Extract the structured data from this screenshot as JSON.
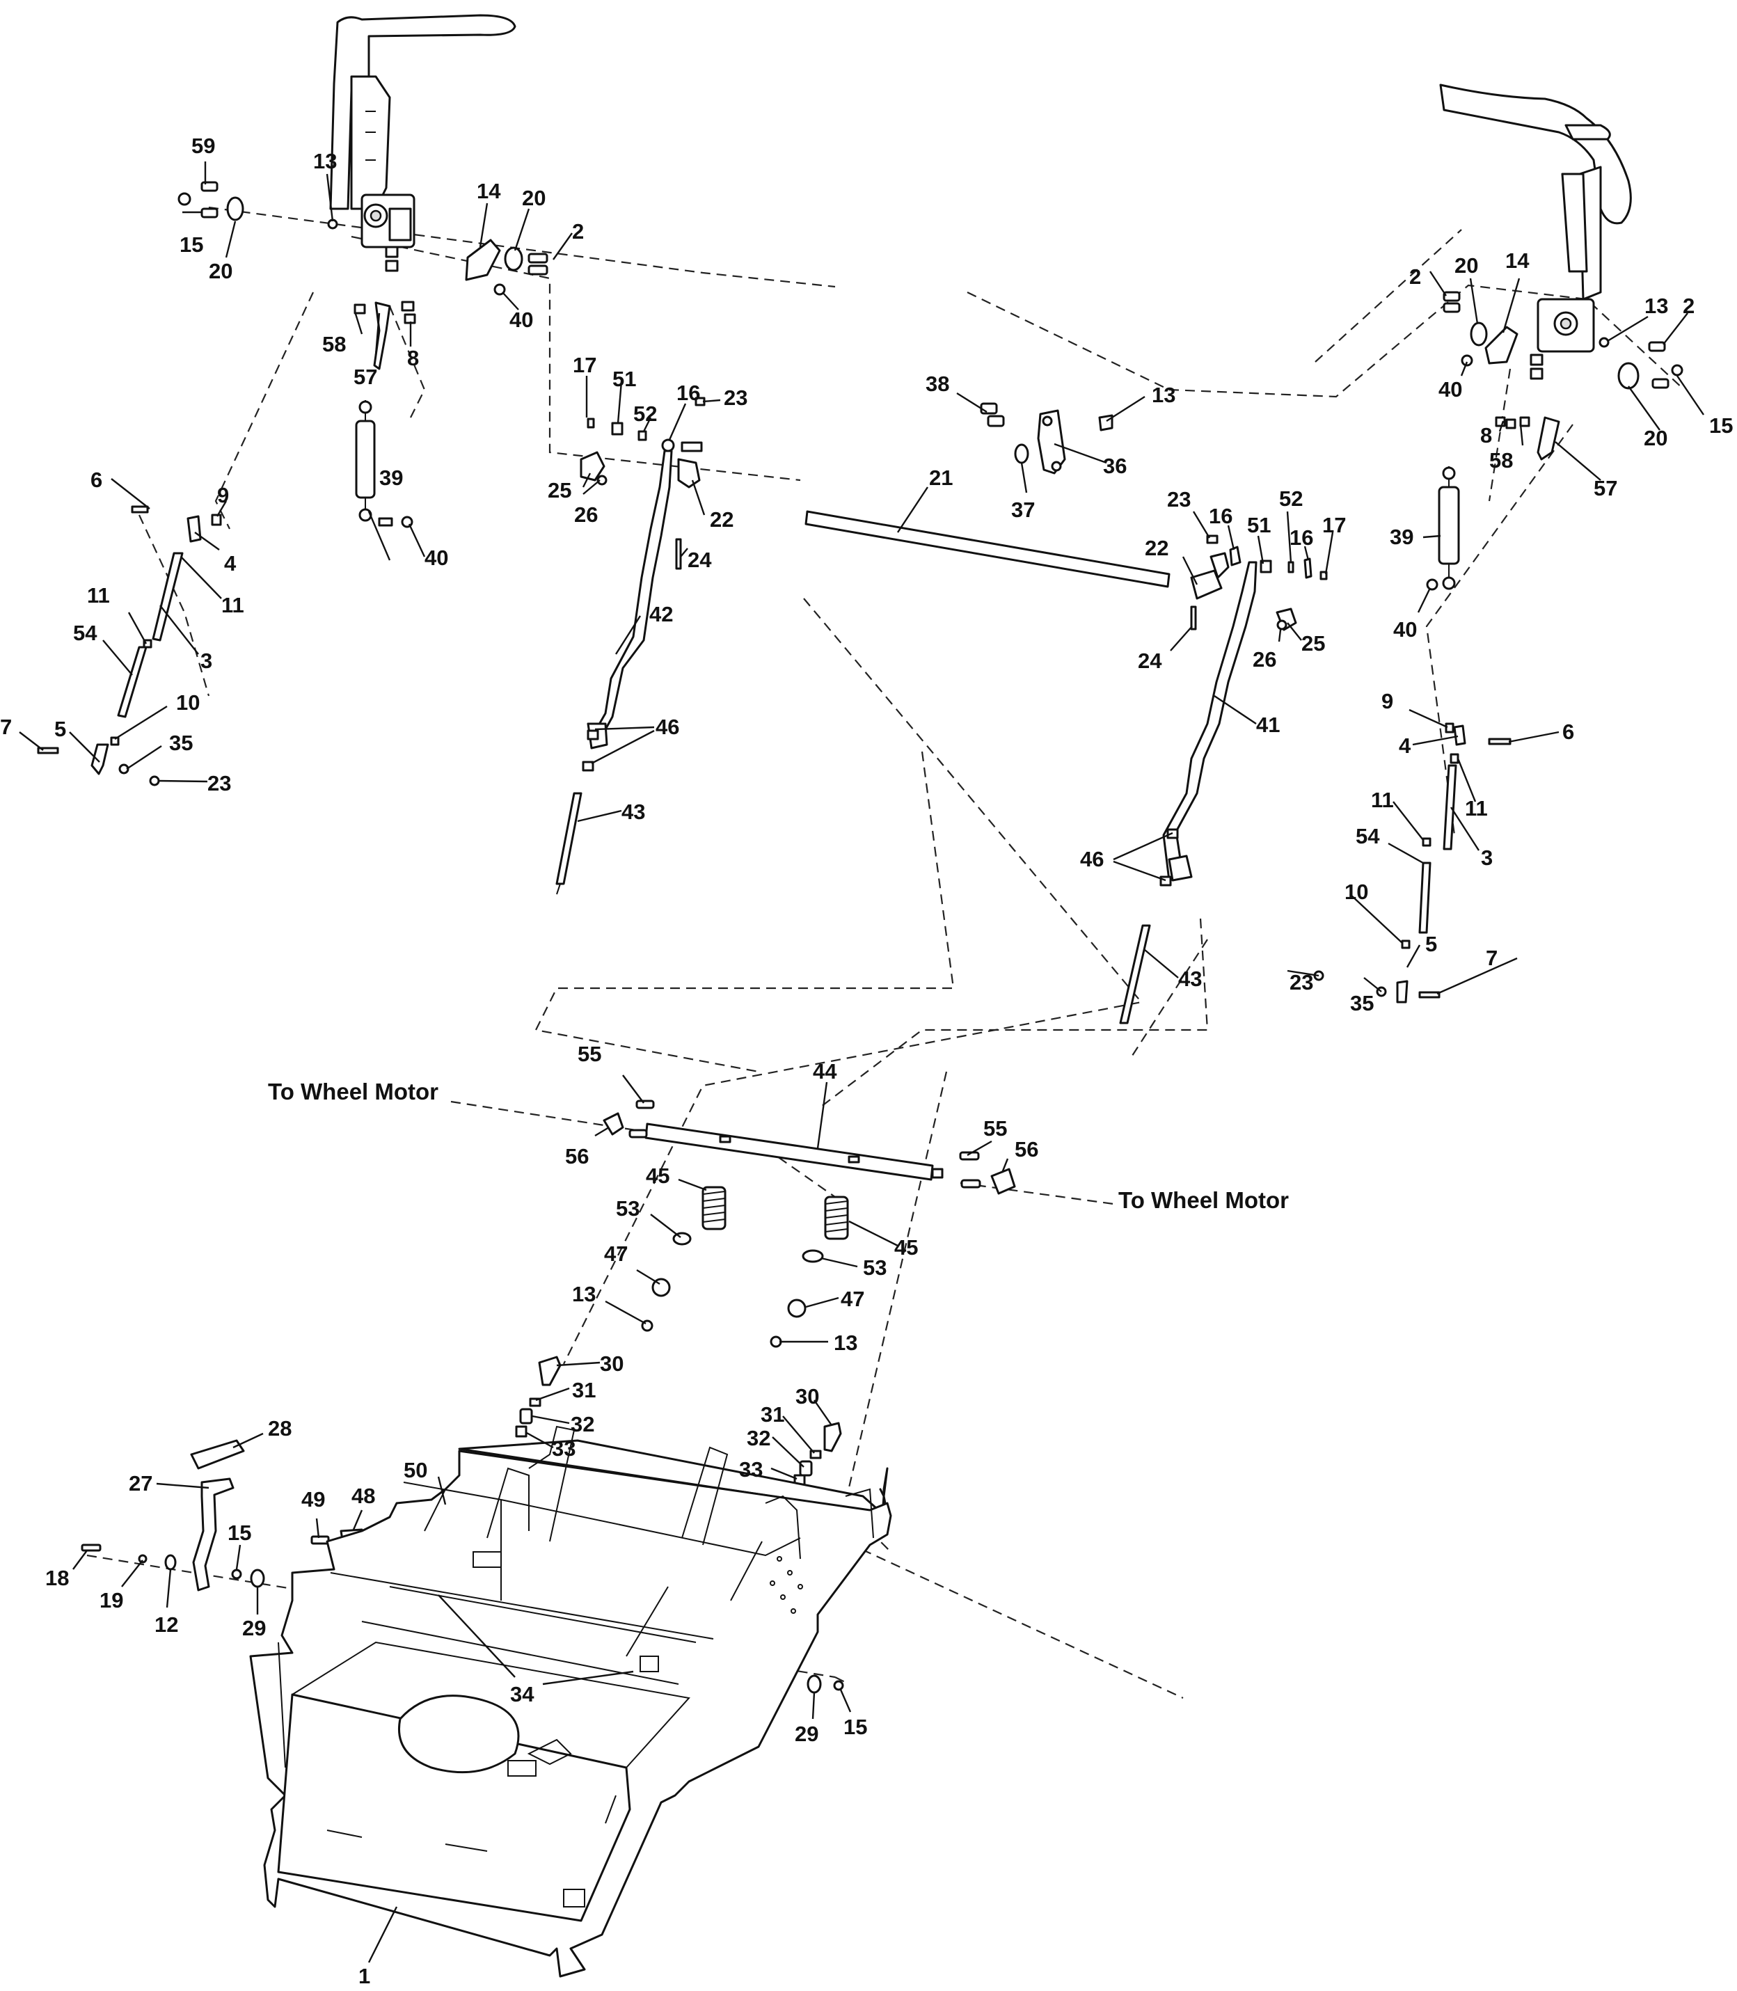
{
  "notes": {
    "wheel_motor_left": "To Wheel Motor",
    "wheel_motor_right": "To Wheel Motor"
  },
  "callouts": [
    "59",
    "13",
    "14",
    "20",
    "2",
    "15",
    "20",
    "40",
    "58",
    "57",
    "8",
    "17",
    "51",
    "52",
    "16",
    "23",
    "25",
    "26",
    "22",
    "24",
    "38",
    "13",
    "36",
    "37",
    "21",
    "23",
    "16",
    "51",
    "52",
    "16",
    "17",
    "22",
    "24",
    "26",
    "25",
    "2",
    "20",
    "14",
    "13",
    "2",
    "40",
    "8",
    "58",
    "20",
    "15",
    "57",
    "39",
    "40",
    "6",
    "9",
    "4",
    "11",
    "11",
    "3",
    "54",
    "10",
    "7",
    "5",
    "35",
    "23",
    "39",
    "40",
    "42",
    "46",
    "43",
    "41",
    "46",
    "43",
    "9",
    "6",
    "4",
    "11",
    "11",
    "3",
    "54",
    "10",
    "5",
    "23",
    "7",
    "35",
    "55",
    "44",
    "56",
    "55",
    "56",
    "45",
    "53",
    "45",
    "47",
    "53",
    "13",
    "47",
    "13",
    "30",
    "31",
    "32",
    "33",
    "30",
    "31",
    "32",
    "33",
    "28",
    "27",
    "50",
    "49",
    "48",
    "15",
    "18",
    "19",
    "12",
    "29",
    "34",
    "29",
    "15",
    "1"
  ]
}
